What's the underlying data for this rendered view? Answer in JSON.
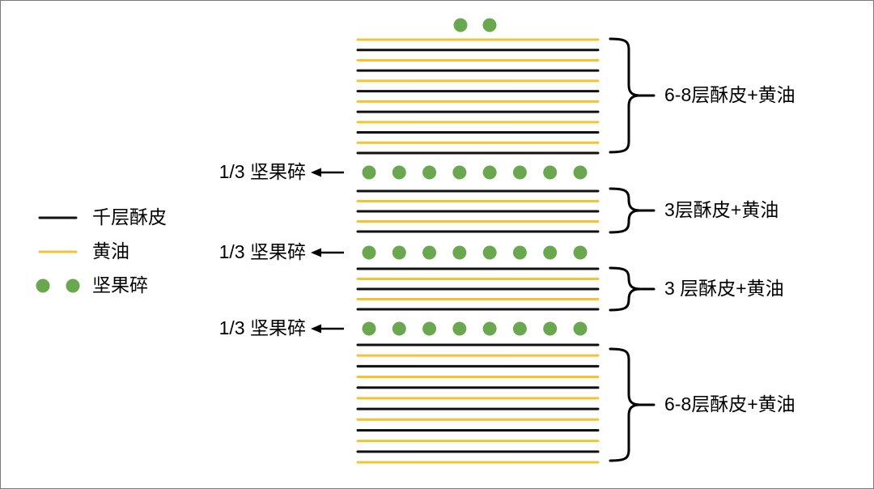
{
  "canvas": {
    "background": "#ffffff",
    "border_color": "#7a7a7a"
  },
  "colors": {
    "pastry_line": "#111111",
    "butter_line": "#f5c230",
    "nut_dot": "#6aa84f",
    "brace": "#000000",
    "arrow": "#000000",
    "text": "#000000"
  },
  "legend": {
    "items": [
      {
        "id": "pastry",
        "swatch": "black-line",
        "label": "千层酥皮"
      },
      {
        "id": "butter",
        "swatch": "yellow-line",
        "label": "黄油"
      },
      {
        "id": "nuts",
        "swatch": "green-dots",
        "label": "坚果碎"
      }
    ]
  },
  "diagram": {
    "top_nut_dots": {
      "count": 2
    },
    "sections": [
      {
        "type": "layer_stack",
        "first_line": "butter",
        "line_count": 12,
        "brace_label": "6-8层酥皮+黄油"
      },
      {
        "type": "nut_row",
        "dot_count": 8,
        "label": "1/3 坚果碎"
      },
      {
        "type": "layer_stack",
        "first_line": "pastry",
        "line_count": 5,
        "brace_label": "3层酥皮+黄油"
      },
      {
        "type": "nut_row",
        "dot_count": 8,
        "label": "1/3 坚果碎"
      },
      {
        "type": "layer_stack",
        "first_line": "pastry",
        "line_count": 5,
        "brace_label": "3 层酥皮+黄油"
      },
      {
        "type": "nut_row",
        "dot_count": 8,
        "label": "1/3 坚果碎"
      },
      {
        "type": "layer_stack",
        "first_line": "pastry",
        "line_count": 12,
        "brace_label": "6-8层酥皮+黄油"
      }
    ]
  }
}
